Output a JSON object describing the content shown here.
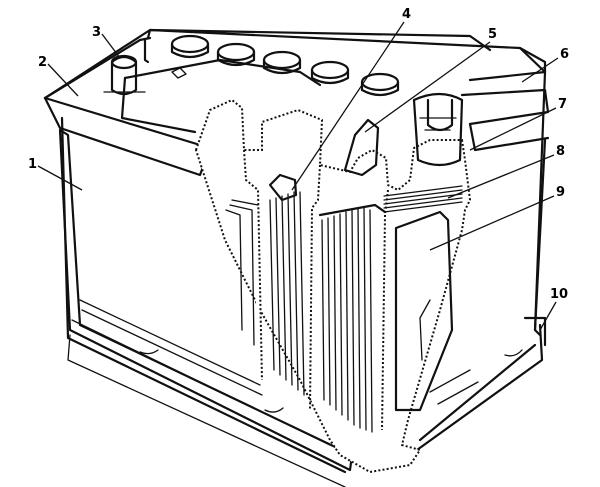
{
  "diagram": {
    "subject": "battery-cutaway",
    "callouts": [
      {
        "id": "callout-1",
        "label": "1"
      },
      {
        "id": "callout-2",
        "label": "2"
      },
      {
        "id": "callout-3",
        "label": "3"
      },
      {
        "id": "callout-4",
        "label": "4"
      },
      {
        "id": "callout-5",
        "label": "5"
      },
      {
        "id": "callout-6",
        "label": "6"
      },
      {
        "id": "callout-7",
        "label": "7"
      },
      {
        "id": "callout-8",
        "label": "8"
      },
      {
        "id": "callout-9",
        "label": "9"
      },
      {
        "id": "callout-10",
        "label": "10"
      }
    ]
  }
}
